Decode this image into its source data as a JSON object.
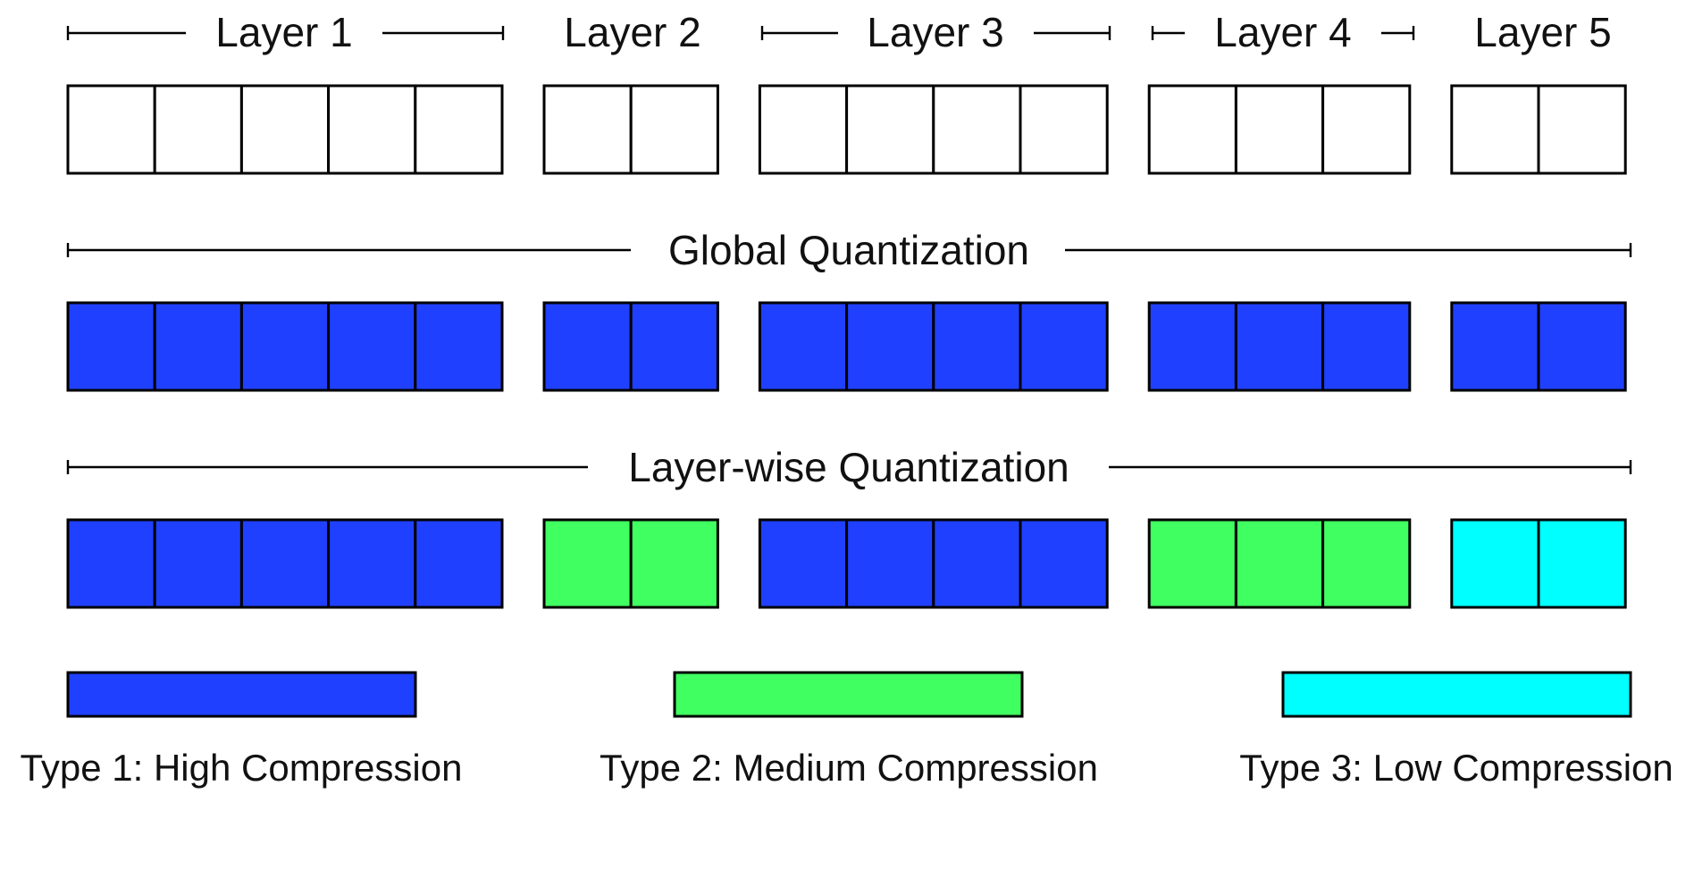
{
  "layers": [
    {
      "name": "Layer 1",
      "cells": 5
    },
    {
      "name": "Layer 2",
      "cells": 2
    },
    {
      "name": "Layer 3",
      "cells": 4
    },
    {
      "name": "Layer 4",
      "cells": 3
    },
    {
      "name": "Layer 5",
      "cells": 2
    }
  ],
  "unquantized_color": "#ffffff",
  "global_section": {
    "title": "Global Quantization",
    "layer_types": [
      1,
      1,
      1,
      1,
      1
    ]
  },
  "layerwise_section": {
    "title": "Layer-wise Quantization",
    "layer_types": [
      1,
      2,
      1,
      2,
      3
    ]
  },
  "types": [
    {
      "id": 1,
      "label": "Type 1: High Compression",
      "color": "#2040ff"
    },
    {
      "id": 2,
      "label": "Type 2: Medium Compression",
      "color": "#40ff60"
    },
    {
      "id": 3,
      "label": "Type 3: Low Compression",
      "color": "#00ffff"
    }
  ]
}
